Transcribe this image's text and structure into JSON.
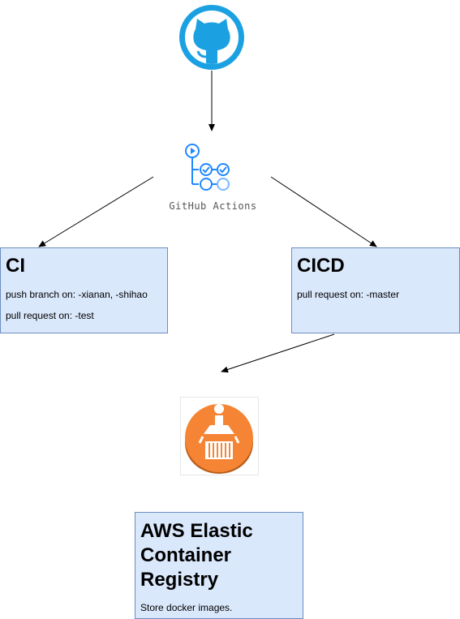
{
  "nodes": {
    "github": {
      "icon": "github-octocat-icon",
      "color": "#1ba1e2"
    },
    "github_actions": {
      "icon": "github-actions-icon",
      "label": "GitHub Actions",
      "color": "#2188ff"
    },
    "ci": {
      "title": "CI",
      "lines": [
        "push branch on: -xianan, -shihao",
        "pull request on: -test"
      ]
    },
    "cicd": {
      "title": "CICD",
      "lines": [
        "pull request on: -master"
      ]
    },
    "ecr_icon": {
      "icon": "aws-ecr-icon",
      "color": "#f58534"
    },
    "ecr": {
      "title_lines": [
        "AWS Elastic",
        "Container",
        "Registry"
      ],
      "description": "Store docker images."
    }
  },
  "colors": {
    "box_fill": "#dae8fc",
    "box_border": "#6c8ebf",
    "arrow": "#000000"
  }
}
